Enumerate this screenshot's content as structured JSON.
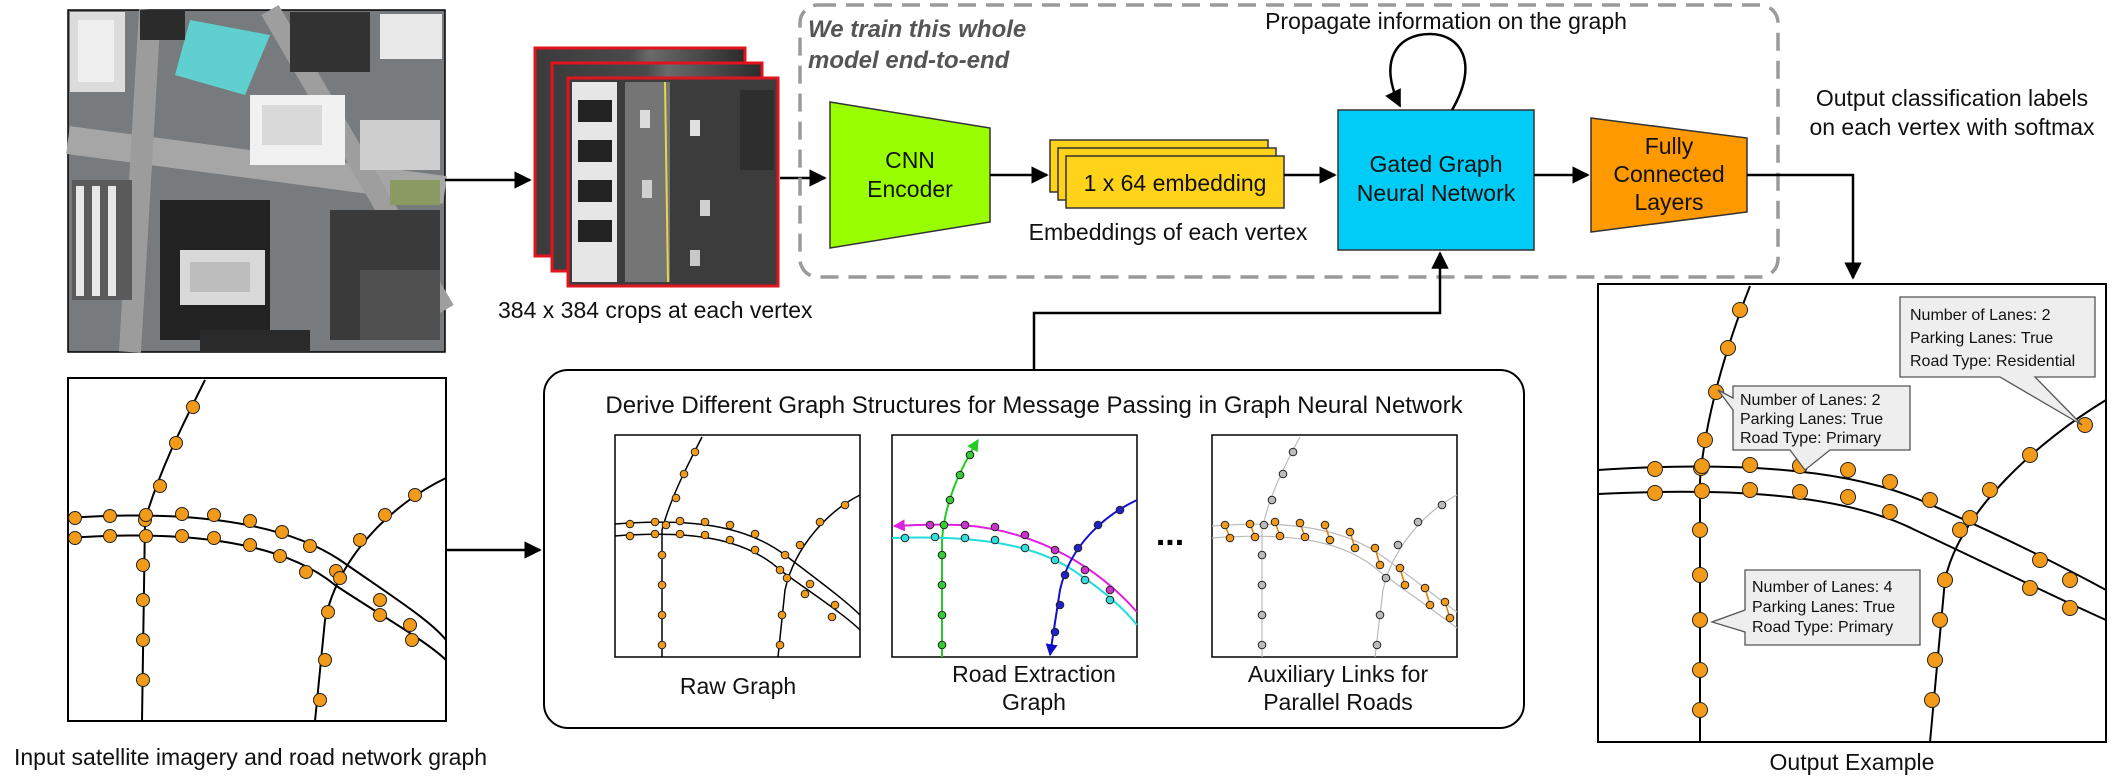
{
  "caption_input": "Input satellite imagery and road network graph",
  "caption_crops": "384 x 384 crops at each vertex",
  "e2e_note": {
    "line1": "We train this whole",
    "line2": "model end-to-end"
  },
  "propagate_label": "Propagate information on the graph",
  "cnn_encoder": {
    "line1": "CNN",
    "line2": "Encoder"
  },
  "embedding_label": "1 x 64 embedding",
  "embedding_caption": "Embeddings of each vertex",
  "ggnn": {
    "line1": "Gated Graph",
    "line2": "Neural Network"
  },
  "fc": {
    "line1": "Fully",
    "line2": "Connected",
    "line3": "Layers"
  },
  "output_labels": {
    "line1": "Output classification labels",
    "line2": "on each vertex with softmax"
  },
  "derive_title": "Derive Different Graph Structures for Message Passing in Graph Neural Network",
  "panels": {
    "raw": "Raw Graph",
    "road_line1": "Road Extraction",
    "road_line2": "Graph",
    "aux_line1": "Auxiliary Links for",
    "aux_line2": "Parallel Roads",
    "ellipsis": "..."
  },
  "output_caption": "Output Example",
  "callouts": [
    {
      "lanes": "Number of Lanes: 2",
      "parking": "Parking Lanes: True",
      "type": "Road Type: Residential"
    },
    {
      "lanes": "Number of Lanes: 2",
      "parking": "Parking Lanes: True",
      "type": "Road Type: Primary"
    },
    {
      "lanes": "Number of Lanes: 4",
      "parking": "Parking Lanes: True",
      "type": "Road Type: Primary"
    }
  ],
  "colors": {
    "cnn": "#99ff00",
    "embedding": "#ffd31a",
    "ggnn": "#00ccf5",
    "fc": "#ff9900",
    "vertex": "#f29a1a",
    "crop_border": "#e0141e",
    "dashed": "#9a9a9a"
  }
}
